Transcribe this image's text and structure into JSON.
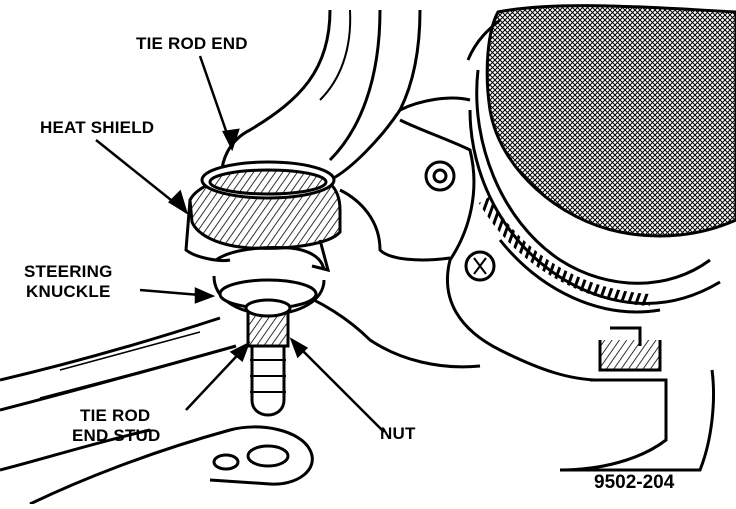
{
  "figure": {
    "reference_number": "9502-204",
    "ink_color": "#000000",
    "paper_color": "#ffffff"
  },
  "callouts": {
    "tie_rod_end": "TIE ROD END",
    "heat_shield": "HEAT SHIELD",
    "steering_knuckle_line1": "STEERING",
    "steering_knuckle_line2": "KNUCKLE",
    "tie_rod_end_stud_line1": "TIE ROD",
    "tie_rod_end_stud_line2": "END STUD",
    "nut": "NUT"
  }
}
